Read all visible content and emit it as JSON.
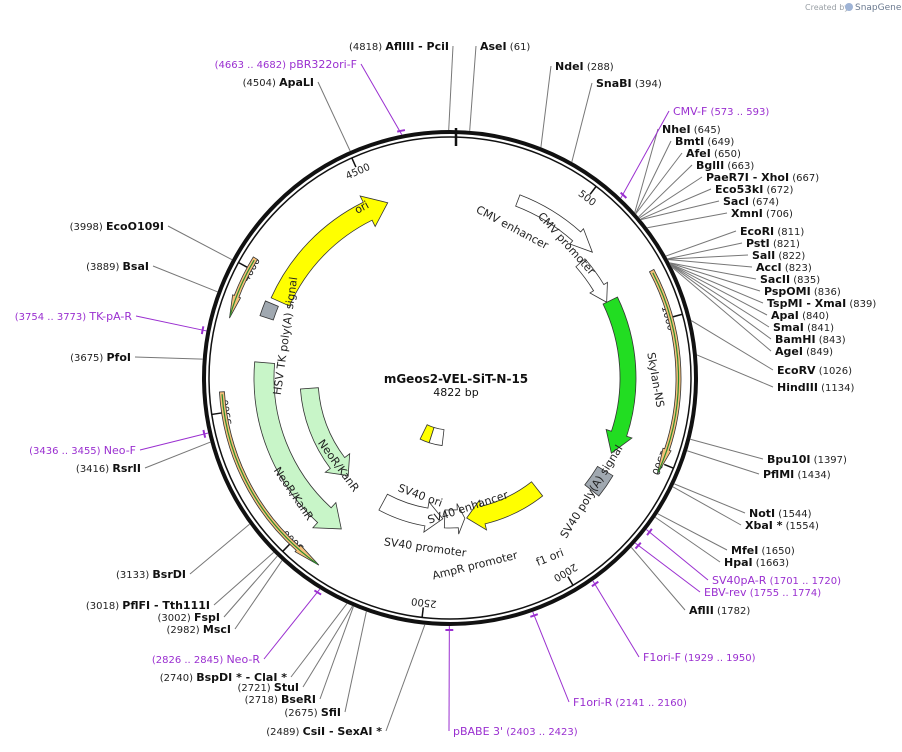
{
  "credit": {
    "prefix": "Created by",
    "brand": "SnapGene"
  },
  "plasmid": {
    "name": "mGeos2-VEL-SiT-N-15",
    "length_label": "4822 bp",
    "length": 4822
  },
  "ticks": [
    "500",
    "1000",
    "1500",
    "2000",
    "2500",
    "3000",
    "3500",
    "4000",
    "4500"
  ],
  "sites": [
    {
      "name": "AseI",
      "pos": "(61)"
    },
    {
      "name": "NdeI",
      "pos": "(288)"
    },
    {
      "name": "SnaBI",
      "pos": "(394)"
    },
    {
      "name": "NheI",
      "pos": "(645)"
    },
    {
      "name": "BmtI",
      "pos": "(649)"
    },
    {
      "name": "AfeI",
      "pos": "(650)"
    },
    {
      "name": "BglII",
      "pos": "(663)"
    },
    {
      "name": "PaeR7I  - XhoI",
      "pos": "(667)"
    },
    {
      "name": "Eco53kI",
      "pos": "(672)"
    },
    {
      "name": "SacI",
      "pos": "(674)"
    },
    {
      "name": "XmnI",
      "pos": "(706)"
    },
    {
      "name": "EcoRI",
      "pos": "(811)"
    },
    {
      "name": "PstI",
      "pos": "(821)"
    },
    {
      "name": "SalI",
      "pos": "(822)"
    },
    {
      "name": "AccI",
      "pos": "(823)"
    },
    {
      "name": "SacII",
      "pos": "(835)"
    },
    {
      "name": "PspOMI",
      "pos": "(836)"
    },
    {
      "name": "TspMI  - XmaI",
      "pos": "(839)"
    },
    {
      "name": "ApaI",
      "pos": "(840)"
    },
    {
      "name": "SmaI",
      "pos": "(841)"
    },
    {
      "name": "BamHI",
      "pos": "(843)"
    },
    {
      "name": "AgeI",
      "pos": "(849)"
    },
    {
      "name": "EcoRV",
      "pos": "(1026)"
    },
    {
      "name": "HindIII",
      "pos": "(1134)"
    },
    {
      "name": "Bpu10I",
      "pos": "(1397)"
    },
    {
      "name": "PflMI",
      "pos": "(1434)"
    },
    {
      "name": "NotI",
      "pos": "(1544)"
    },
    {
      "name": "XbaI *",
      "pos": "(1554)"
    },
    {
      "name": "MfeI",
      "pos": "(1650)"
    },
    {
      "name": "HpaI",
      "pos": "(1663)"
    },
    {
      "name": "AflII",
      "pos": "(1782)"
    },
    {
      "name": "CsiI  - SexAI *",
      "pos": "(2489)"
    },
    {
      "name": "SfiI",
      "pos": "(2675)"
    },
    {
      "name": "BseRI",
      "pos": "(2718)"
    },
    {
      "name": "StuI",
      "pos": "(2721)"
    },
    {
      "name": "BspDI *  - ClaI *",
      "pos": "(2740)"
    },
    {
      "name": "MscI",
      "pos": "(2982)"
    },
    {
      "name": "FspI",
      "pos": "(3002)"
    },
    {
      "name": "PflFI  - Tth111I",
      "pos": "(3018)"
    },
    {
      "name": "BsrDI",
      "pos": "(3133)"
    },
    {
      "name": "RsrII",
      "pos": "(3416)"
    },
    {
      "name": "PfoI",
      "pos": "(3675)"
    },
    {
      "name": "BsaI",
      "pos": "(3889)"
    },
    {
      "name": "EcoO109I",
      "pos": "(3998)"
    },
    {
      "name": "ApaLI",
      "pos": "(4504)"
    },
    {
      "name": "AflIII  - PciI",
      "pos": "(4818)"
    }
  ],
  "primers": [
    {
      "name": "pBR322ori-F",
      "pos": "(4663 .. 4682)"
    },
    {
      "name": "CMV-F",
      "pos": "(573 .. 593)"
    },
    {
      "name": "SV40pA-R",
      "pos": "(1701 .. 1720)"
    },
    {
      "name": "EBV-rev",
      "pos": "(1755 .. 1774)"
    },
    {
      "name": "F1ori-F",
      "pos": "(1929 .. 1950)"
    },
    {
      "name": "F1ori-R",
      "pos": "(2141 .. 2160)"
    },
    {
      "name": "pBABE 3'",
      "pos": "(2403 .. 2423)"
    },
    {
      "name": "Neo-R",
      "pos": "(2826 .. 2845)"
    },
    {
      "name": "Neo-F",
      "pos": "(3436 .. 3455)"
    },
    {
      "name": "TK-pA-R",
      "pos": "(3754 .. 3773)"
    }
  ],
  "features": [
    {
      "name": "CMV enhancer",
      "color": "#ffffff"
    },
    {
      "name": "CMV promoter",
      "color": "#ffffff"
    },
    {
      "name": "SkyIan-NS",
      "color": "#22dd22"
    },
    {
      "name": "SV40 poly(A) signal",
      "color": "#a0a8b0"
    },
    {
      "name": "f1 ori",
      "color": "#ffff00"
    },
    {
      "name": "AmpR promoter",
      "color": "#ffffff"
    },
    {
      "name": "SV40 promoter",
      "color": "#ffffff"
    },
    {
      "name": "SV40 ori",
      "color": "#ffff00"
    },
    {
      "name": "SV40 enhancer",
      "color": "#ffffff"
    },
    {
      "name": "NeoR/KanR",
      "color": "#c8f5c8"
    },
    {
      "name": "HSV TK poly(A) signal",
      "color": "#a0a8b0"
    },
    {
      "name": "ori",
      "color": "#ffff00"
    }
  ],
  "colors": {
    "primer": "#9a2fd0",
    "orf": "#f5c07a",
    "orf_inner": "#2a8a2a",
    "backbone": "#111111"
  }
}
